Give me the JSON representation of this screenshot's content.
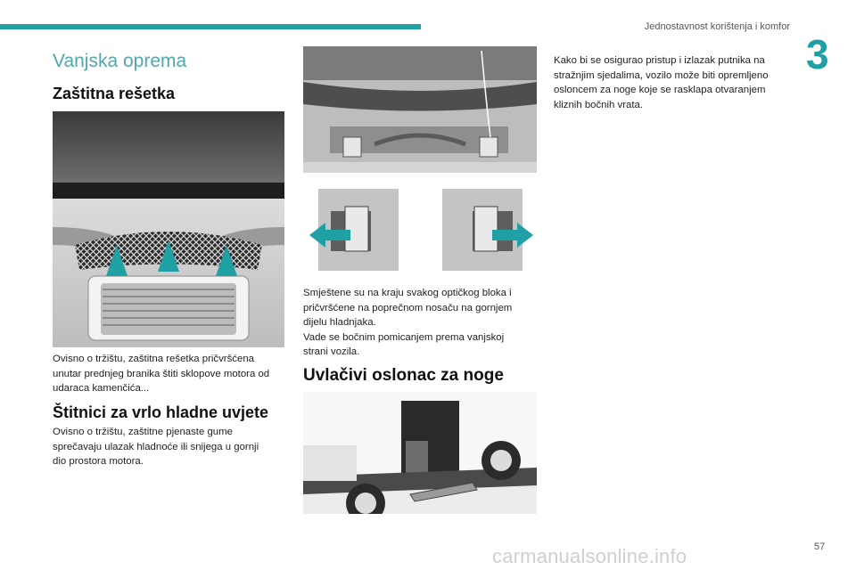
{
  "header": {
    "title": "Jednostavnost korištenja i komfor",
    "chapter": "3"
  },
  "page_number": "57",
  "watermark": "carmanualsonline.info",
  "colors": {
    "accent": "#1fa0a5"
  },
  "col1": {
    "title": "Vanjska oprema",
    "s1_heading": "Zaštitna rešetka",
    "s1_text": [
      "Ovisno o tržištu, zaštitna rešetka pričvršćena",
      "unutar prednjeg branika štiti sklopove motora od",
      "udaraca kamenčića..."
    ],
    "s2_heading": "Štitnici za vrlo hladne uvjete",
    "s2_text": [
      "Ovisno o tržištu, zaštitne pjenaste gume",
      "sprečavaju ulazak hladnoće ili snijega u gornji",
      "dio prostora motora."
    ]
  },
  "col2": {
    "s1_text": [
      "Smještene su na kraju svakog optičkog bloka i",
      "pričvršćene na poprečnom nosaču na gornjem",
      "dijelu hladnjaka.",
      "Vade se bočnim pomicanjem prema vanjskoj",
      "strani vozila."
    ],
    "s2_heading": "Uvlačivi oslonac za noge"
  },
  "col3": {
    "text": [
      "Kako bi se osigurao pristup i izlazak putnika na",
      "stražnjim sjedalima, vozilo može biti opremljeno",
      "osloncem za noge koje se rasklapa otvaranjem",
      "kliznih bočnih vrata."
    ]
  }
}
